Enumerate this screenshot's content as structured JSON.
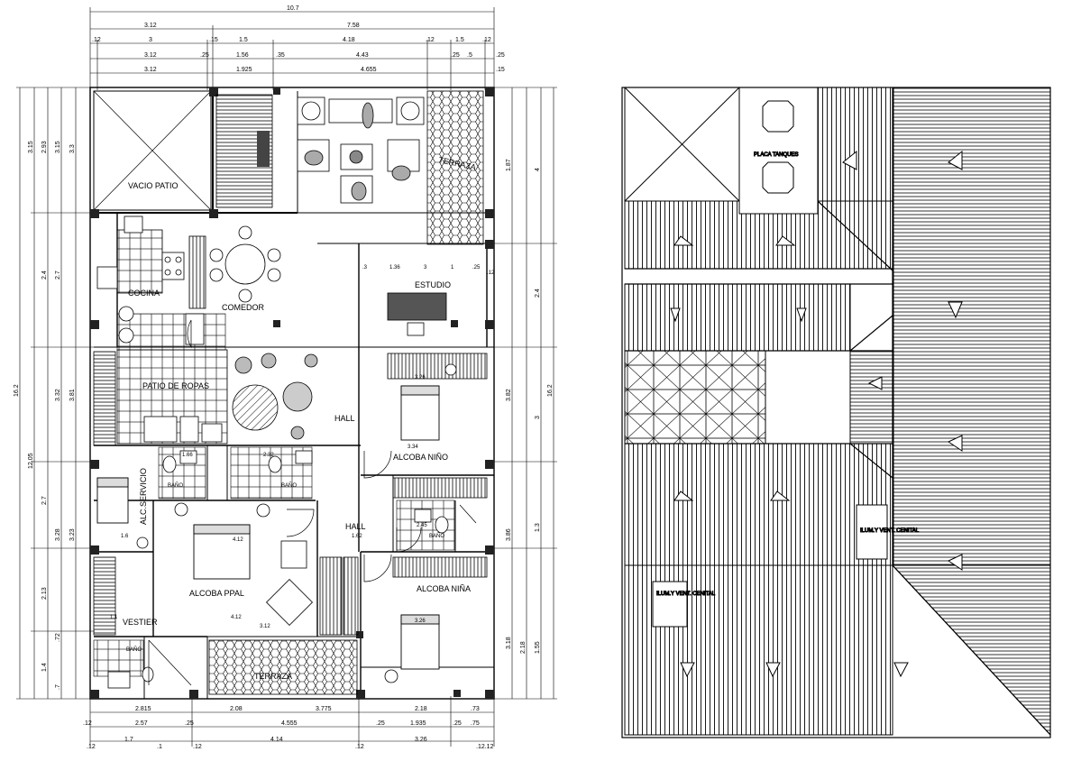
{
  "plan": {
    "rooms": {
      "vacio_patio": "VACIO PATIO",
      "terraza_top": "TERRAZA",
      "cocina": "COCINA",
      "comedor": "COMEDOR",
      "estudio": "ESTUDIO",
      "patio_ropas": "PATIO DE ROPAS",
      "hall_1": "HALL",
      "alcoba_nino": "ALCOBA NIÑO",
      "bano_1": "BAÑO",
      "bano_2": "BAÑO",
      "alc_servicio": "ALC.SERVICIO",
      "hall_2": "HALL",
      "bano_3": "BAÑO",
      "alcoba_ppal": "ALCOBA PPAL",
      "alcoba_nina": "ALCOBA NIÑA",
      "vestier": "VESTIER",
      "bano_4": "BAÑO",
      "terraza_bottom": "TERRAZA"
    },
    "top_dims": {
      "total": "10.7",
      "row1_a": "3.12",
      "row1_b": "7.58",
      "row2": [
        ".12",
        "3",
        ".15",
        "1.5",
        "4.18",
        ".12",
        "1.5",
        ".12"
      ],
      "row3": [
        "3.12",
        ".25",
        "1.56",
        ".35",
        "4.43",
        ".25",
        ".5",
        ".25"
      ],
      "row4": [
        "3.12",
        "1.925",
        "4.655",
        ".15"
      ]
    },
    "bottom_dims": {
      "row1": [
        "2.815",
        "2.08",
        "3.775",
        "2.18",
        ".73"
      ],
      "row2": [
        ".12",
        "2.57",
        ".25",
        "4.555",
        ".25",
        "1.935",
        ".25",
        ".75"
      ],
      "row3": [
        ".12",
        "1.7",
        ".1",
        ".12",
        "4.14",
        ".12",
        "3.26",
        ".12.12"
      ]
    },
    "left_dims": {
      "total": "16.2",
      "outer": "12.05",
      "a": "3.15",
      "b": "2.93",
      "c": "3.15",
      "d": "3.3",
      "e": "2.4",
      "f": "2.7",
      "g": "3.32",
      "h": "3.81",
      "i": "2.7",
      "j": "3.28",
      "k": "3.23",
      "l": "2.13",
      "m": ".72",
      "n": "1.4",
      "o": ".7"
    },
    "right_dims": {
      "total": "16.2",
      "a": "1.87",
      "b": "4",
      "c": "2.4",
      "d": "3.82",
      "e": "3",
      "f": "3.86",
      "g": "1.3",
      "h": "3.18",
      "i": "2.18",
      "j": "1.55"
    },
    "inner_dims": {
      "estudio": [
        ".3",
        "1.36",
        "3",
        "1",
        ".25",
        ".12"
      ],
      "alcoba_nino_w": "3.26",
      "alcoba_nino_b": "3.34",
      "bano_w1": "1.66",
      "bano_w2": "2.32",
      "alcoba_ppal_w": "4.12",
      "alcoba_ppal_b": "4.12",
      "alcoba_ppal_c": "3.12",
      "hall_w": "1.62",
      "bano3_w": "2.45",
      "alcoba_nina_w": "3.26",
      "vestier_w": "1.1",
      "cocina_w": "1.6"
    }
  },
  "roof": {
    "placa_tanques": "PLACA TANQUES",
    "illum_1": "ILUM.Y VENT. CENITAL",
    "illum_2": "ILUM.Y VENT. CENITAL"
  }
}
